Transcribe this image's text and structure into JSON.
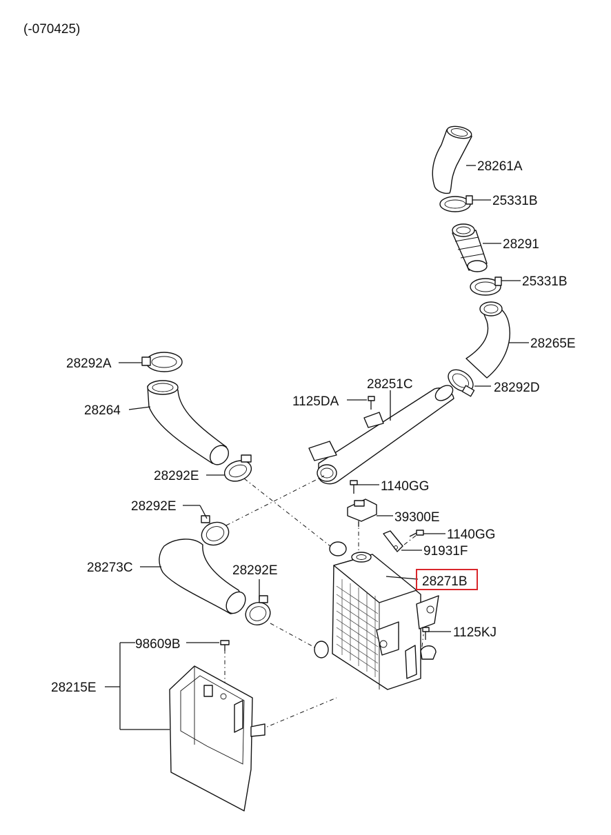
{
  "header": {
    "date_code": "(-070425)"
  },
  "colors": {
    "highlight": "#d9262b",
    "ink": "#111111"
  },
  "labels": {
    "p28261A": "28261A",
    "p25331B_top": "25331B",
    "p28291": "28291",
    "p25331B_low": "25331B",
    "p28265E": "28265E",
    "p28292A": "28292A",
    "p28292D": "28292D",
    "p28251C": "28251C",
    "p1125DA": "1125DA",
    "p28264": "28264",
    "p28292E_1": "28292E",
    "p1140GG_1": "1140GG",
    "p28292E_2": "28292E",
    "p39300E": "39300E",
    "p1140GG_2": "1140GG",
    "p91931F": "91931F",
    "p28273C": "28273C",
    "p28292E_3": "28292E",
    "p28271B": "28271B",
    "p1125KJ": "1125KJ",
    "p98609B": "98609B",
    "p28215E": "28215E"
  },
  "highlighted_part": "28271B"
}
